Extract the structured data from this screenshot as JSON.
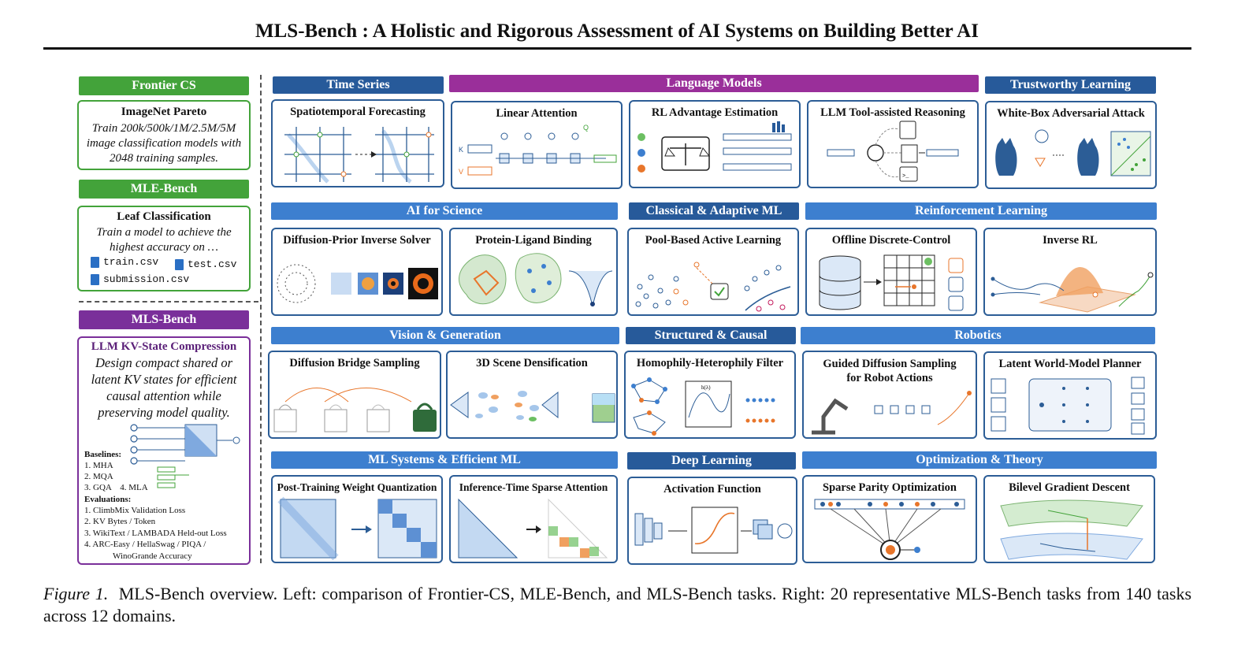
{
  "title": "MLS-Bench : A Holistic and Rigorous Assessment of AI Systems on Building Better AI",
  "left": {
    "frontier_header": "Frontier CS",
    "frontier_task_title": "ImageNet Pareto",
    "frontier_task_desc": "Train 200k/500k/1M/2.5M/5M image classification models with 2048 training samples.",
    "mle_header": "MLE-Bench",
    "mle_task_title": "Leaf Classification",
    "mle_task_desc": "Train a model to achieve the highest accuracy on …",
    "mle_files": [
      "train.csv",
      "test.csv",
      "submission.csv"
    ],
    "mls_header": "MLS-Bench",
    "mls_task_title": "LLM KV-State Compression",
    "mls_task_desc": "Design compact shared or latent KV states for efficient causal attention while preserving model quality.",
    "baselines_label": "Baselines:",
    "baselines": [
      "1. MHA",
      "2. MQA",
      "3. GQA    4. MLA"
    ],
    "evaluations_label": "Evaluations:",
    "evaluations": [
      "1. ClimbMix Validation Loss",
      "2. KV Bytes / Token",
      "3. WikiText / LAMBADA Held-out Loss",
      "4. ARC-Easy / HellaSwag / PIQA /",
      "WinoGrande Accuracy"
    ]
  },
  "domains": {
    "time_series": "Time Series",
    "language_models": "Language Models",
    "trustworthy": "Trustworthy Learning",
    "ai_science": "AI for Science",
    "classical": "Classical & Adaptive ML",
    "rl": "Reinforcement Learning",
    "vision": "Vision & Generation",
    "structured": "Structured & Causal",
    "robotics": "Robotics",
    "mlsys": "ML Systems & Efficient ML",
    "deep": "Deep Learning",
    "optim": "Optimization & Theory"
  },
  "tasks": {
    "spatiotemporal": "Spatiotemporal Forecasting",
    "linear_attention": "Linear Attention",
    "rl_advantage": "RL Advantage Estimation",
    "llm_tool": "LLM Tool-assisted Reasoning",
    "whitebox": "White-Box Adversarial Attack",
    "diffusion_prior": "Diffusion-Prior Inverse Solver",
    "protein": "Protein-Ligand Binding",
    "active_learning": "Pool-Based Active Learning",
    "offline_control": "Offline Discrete-Control",
    "inverse_rl": "Inverse RL",
    "diffusion_bridge": "Diffusion Bridge Sampling",
    "scene": "3D Scene Densification",
    "homophily": "Homophily-Heterophily Filter",
    "guided_diffusion_1": "Guided Diffusion Sampling",
    "guided_diffusion_2": "for Robot Actions",
    "world_model": "Latent World-Model Planner",
    "quantization": "Post-Training Weight Quantization",
    "sparse_attention": "Inference-Time Sparse Attention",
    "activation": "Activation Function",
    "sparse_parity": "Sparse Parity Optimization",
    "bilevel": "Bilevel Gradient Descent"
  },
  "icon_labels": {
    "q": "Q",
    "k": "K",
    "v": "V",
    "h_lambda": "h(λ)",
    "prompt": ">_"
  },
  "caption": {
    "figure_label": "Figure 1.",
    "text": "MLS-Bench overview. Left: comparison of Frontier-CS, MLE-Bench, and MLS-Bench tasks. Right: 20 representative MLS-Bench tasks from 140 tasks across 12 domains."
  },
  "colors": {
    "green": "#43a33a",
    "purple": "#7a2f9a",
    "magenta": "#9a2f9a",
    "blue": "#3d7fcf",
    "dark_blue": "#275a9a",
    "card_border": "#2c5d96",
    "orange": "#e8762b"
  }
}
